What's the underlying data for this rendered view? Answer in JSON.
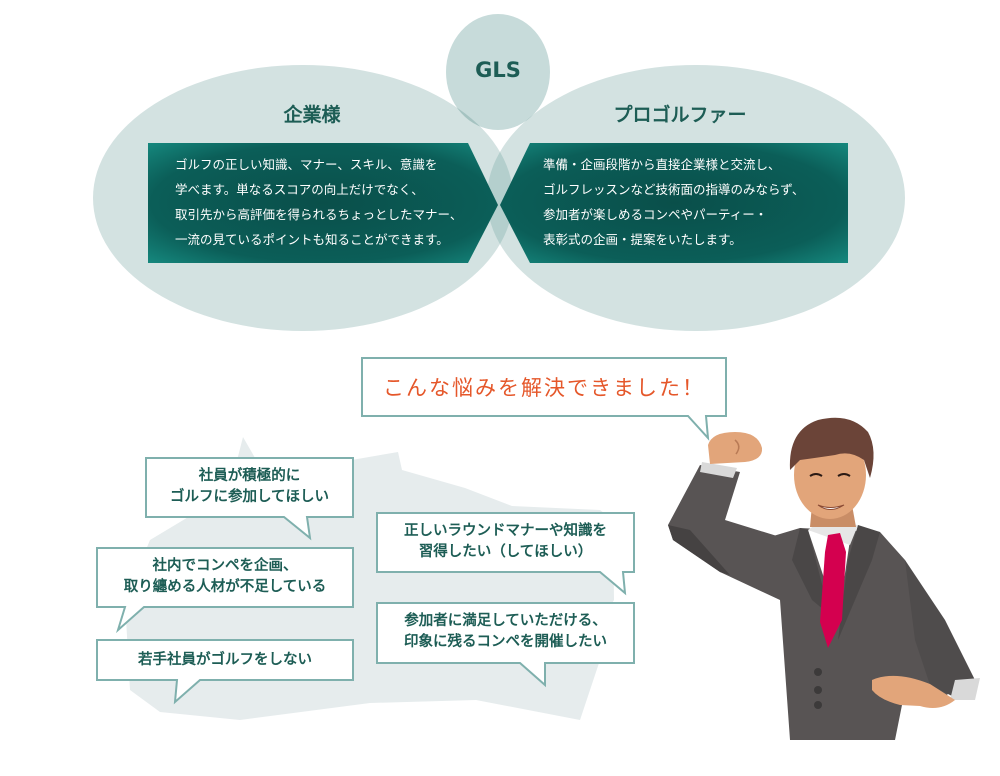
{
  "venn": {
    "center_label": "GLS",
    "left": {
      "title": "企業様",
      "lines": [
        "ゴルフの正しい知識、マナー、スキル、意識を",
        "学べます。単なるスコアの向上だけでなく、",
        "取引先から高評価を得られるちょっとしたマナー、",
        "一流の見ているポイントも知ることができます。"
      ]
    },
    "right": {
      "title": "プロゴルファー",
      "lines": [
        "準備・企画段階から直接企業様と交流し、",
        "ゴルフレッスンなど技術面の指導のみならず、",
        "参加者が楽しめるコンペやパーティー・",
        "表彰式の企画・提案をいたします。"
      ]
    },
    "colors": {
      "circle_fill": "#cfe0df",
      "overlap_fill": "#a9c6c4",
      "box_dark": "#0b5e58",
      "box_edge": "#137f76",
      "title_text": "#1d5d55"
    }
  },
  "main_callout": {
    "text": "こんな悩みを解決できました！",
    "text_color": "#e5572a",
    "border_color": "#7fb0ad"
  },
  "worries": [
    {
      "lines": [
        "社員が積極的に",
        "ゴルフに参加してほしい"
      ]
    },
    {
      "lines": [
        "社内でコンペを企画、",
        "取り纏める人材が不足している"
      ]
    },
    {
      "lines": [
        "若手社員がゴルフをしない"
      ]
    },
    {
      "lines": [
        "正しいラウンドマナーや知識を",
        "習得したい（してほしい）"
      ]
    },
    {
      "lines": [
        "参加者に満足していただける、",
        "印象に残るコンペを開催したい"
      ]
    }
  ],
  "illustration": {
    "subject": "businessman-flexing-arm",
    "suit_color": "#585454",
    "tie_color": "#d4004f",
    "skin_color": "#e2a57a",
    "hair_color": "#6b4438"
  }
}
